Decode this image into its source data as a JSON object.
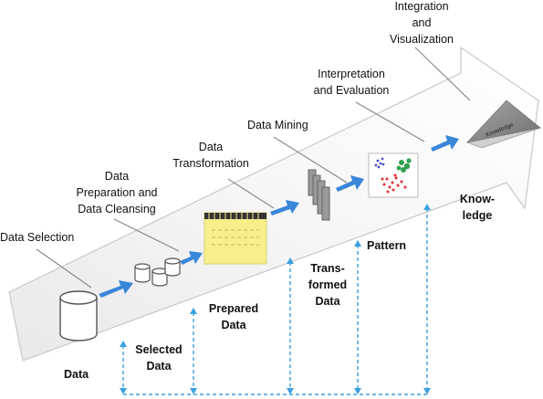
{
  "stages": {
    "data_selection": "Data Selection",
    "preparation": [
      "Data",
      "Preparation and",
      "Data Cleansing"
    ],
    "transformation": [
      "Data",
      "Transformation"
    ],
    "mining": "Data Mining",
    "interpretation": [
      "Interpretation",
      "and Evaluation"
    ],
    "integration": [
      "Integration",
      "and",
      "Visualization"
    ]
  },
  "outputs": {
    "data": "Data",
    "selected": [
      "Selected",
      "Data"
    ],
    "prepared": [
      "Prepared",
      "Data"
    ],
    "transformed": [
      "Trans-",
      "formed",
      "Data"
    ],
    "pattern": "Pattern",
    "knowledge": [
      "Know-",
      "ledge"
    ]
  },
  "pyramid_label": "Knowledge",
  "colors": {
    "arrow_fill": "#3a86d8",
    "dashed": "#3aa0e0",
    "note_yellow": "#f7f08a",
    "band_outline": "#c8c8c8"
  }
}
